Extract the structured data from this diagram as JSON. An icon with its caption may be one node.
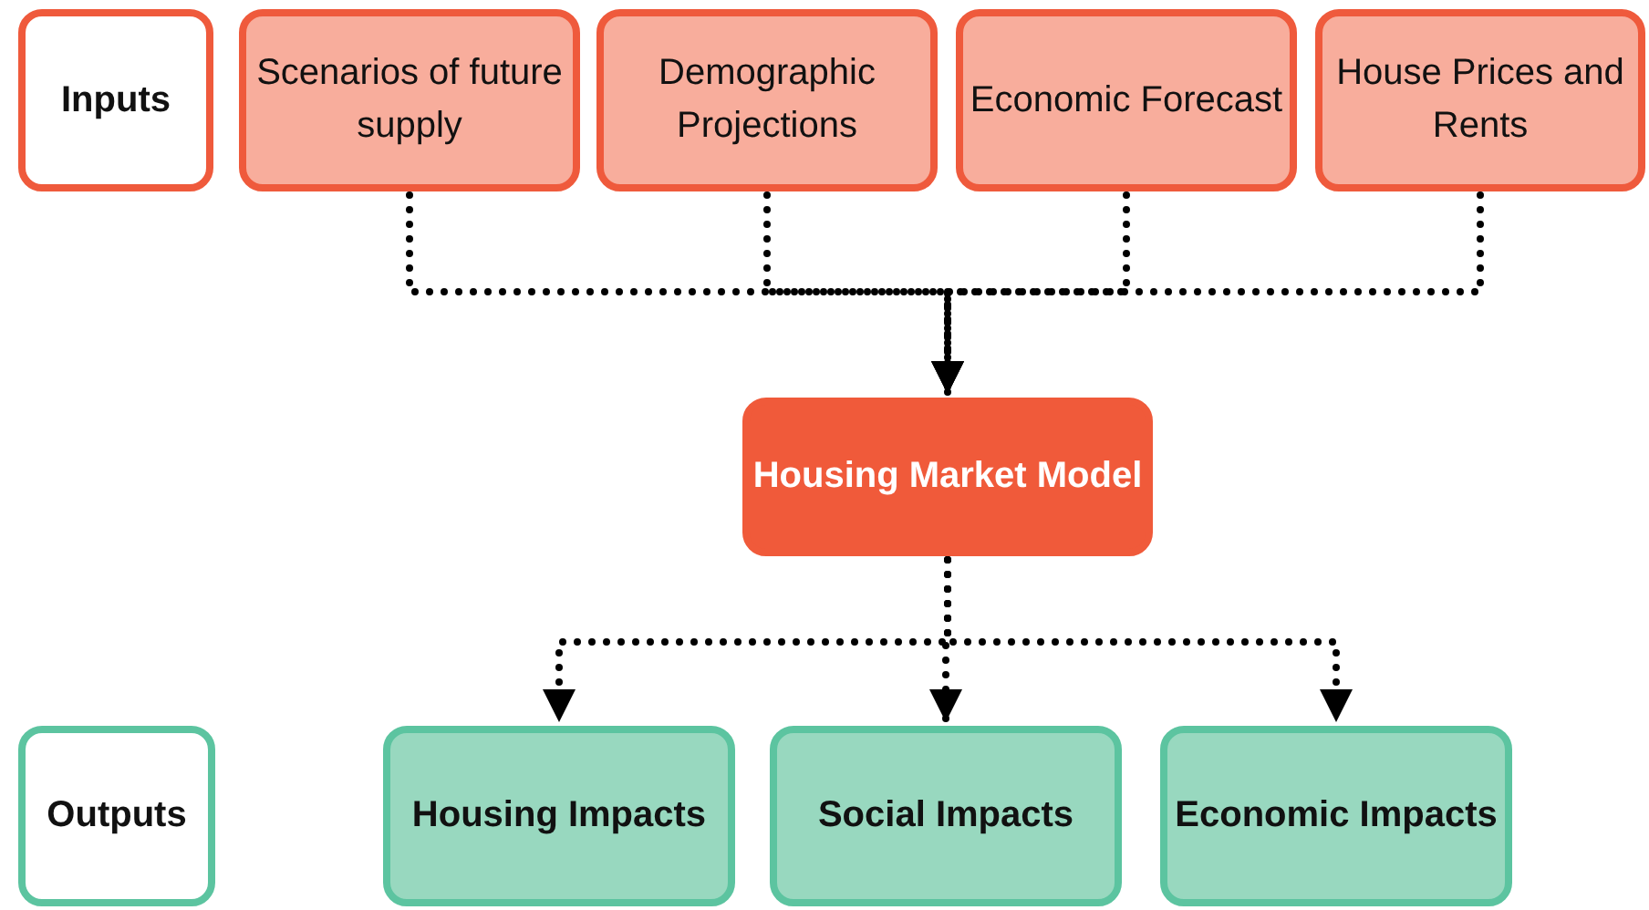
{
  "diagram": {
    "nodes": [
      {
        "text": [
          "Inputs"
        ]
      },
      {
        "text": [
          "Scenarios of future supply"
        ]
      },
      {
        "text": [
          "Demographic Projections"
        ]
      },
      {
        "text": [
          "Economic Forecast"
        ]
      },
      {
        "text": [
          "House Prices and Rents"
        ]
      },
      {
        "text": [
          "Housing Market Model"
        ]
      },
      {
        "text": [
          "Outputs"
        ]
      },
      {
        "text": [
          "Housing Impacts"
        ]
      },
      {
        "text": [
          "Social Impacts"
        ]
      },
      {
        "text": [
          "Economic Impacts"
        ]
      }
    ],
    "edges": [
      {
        "from": 1,
        "to": 5,
        "arrow": "to"
      },
      {
        "from": 2,
        "to": 5,
        "arrow": "to"
      },
      {
        "from": 3,
        "to": 5,
        "arrow": "to"
      },
      {
        "from": 4,
        "to": 5,
        "arrow": "to"
      },
      {
        "from": 5,
        "to": 7,
        "arrow": "to"
      },
      {
        "from": 5,
        "to": 8,
        "arrow": "to"
      },
      {
        "from": 5,
        "to": 9,
        "arrow": "to"
      }
    ]
  }
}
